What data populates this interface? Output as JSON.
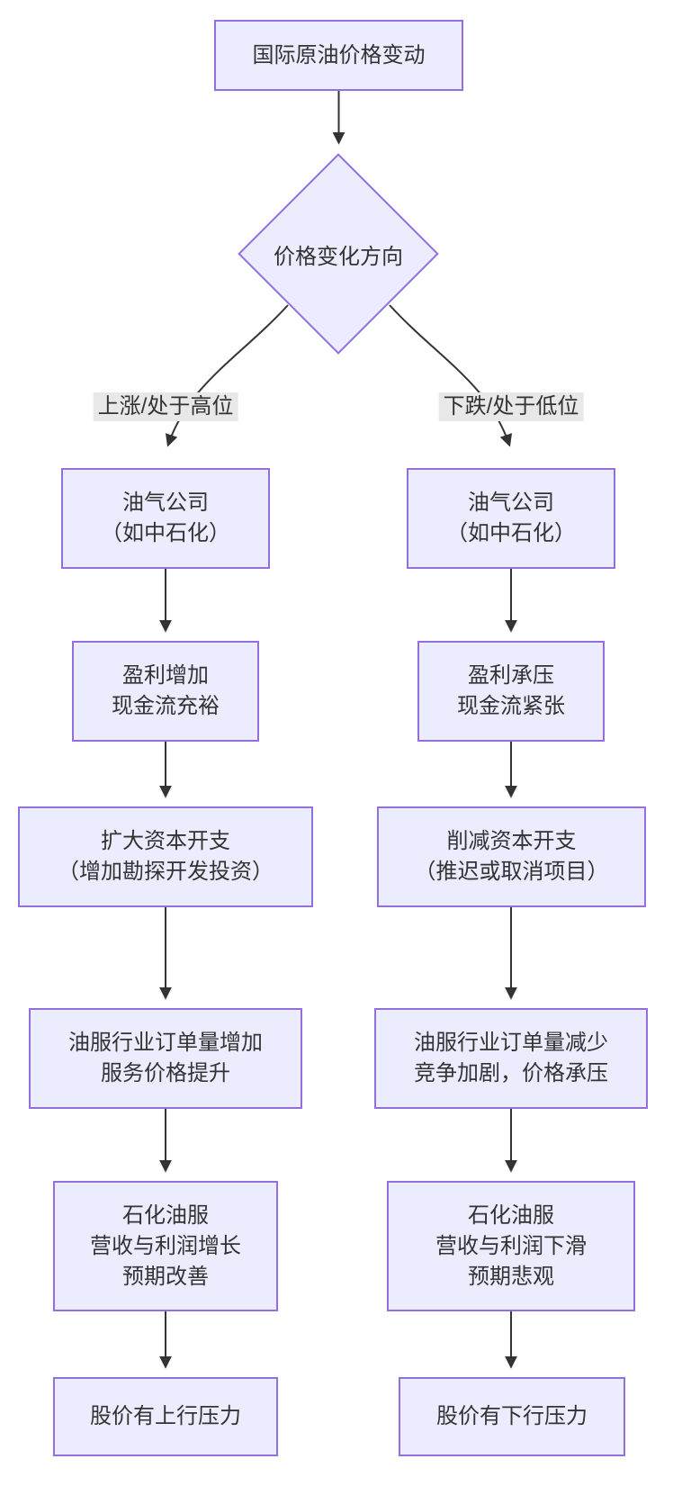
{
  "diagram": {
    "type": "flowchart",
    "root_node": {
      "label": "国际原油价格变动"
    },
    "decision_node": {
      "label": "价格变化方向"
    },
    "colors": {
      "node_fill": "#ECECFF",
      "node_border": "#9370DB",
      "edge": "#333333",
      "edge_label_bg": "#e8e8e8",
      "text": "#333333",
      "bg": "#ffffff"
    },
    "left": {
      "edge_label": "上涨/处于高位",
      "nodes": [
        {
          "line1": "油气公司",
          "line2": "（如中石化）"
        },
        {
          "line1": "盈利增加",
          "line2": "现金流充裕"
        },
        {
          "line1": "扩大资本开支",
          "line2": "（增加勘探开发投资）"
        },
        {
          "line1": "油服行业订单量增加",
          "line2": "服务价格提升"
        },
        {
          "line1": "石化油服",
          "line2": "营收与利润增长",
          "line3": "预期改善"
        },
        {
          "line1": "股价有上行压力"
        }
      ]
    },
    "right": {
      "edge_label": "下跌/处于低位",
      "nodes": [
        {
          "line1": "油气公司",
          "line2": "（如中石化）"
        },
        {
          "line1": "盈利承压",
          "line2": "现金流紧张"
        },
        {
          "line1": "削减资本开支",
          "line2": "（推迟或取消项目）"
        },
        {
          "line1": "油服行业订单量减少",
          "line2": "竞争加剧，价格承压"
        },
        {
          "line1": "石化油服",
          "line2": "营收与利润下滑",
          "line3": "预期悲观"
        },
        {
          "line1": "股价有下行压力"
        }
      ]
    }
  }
}
